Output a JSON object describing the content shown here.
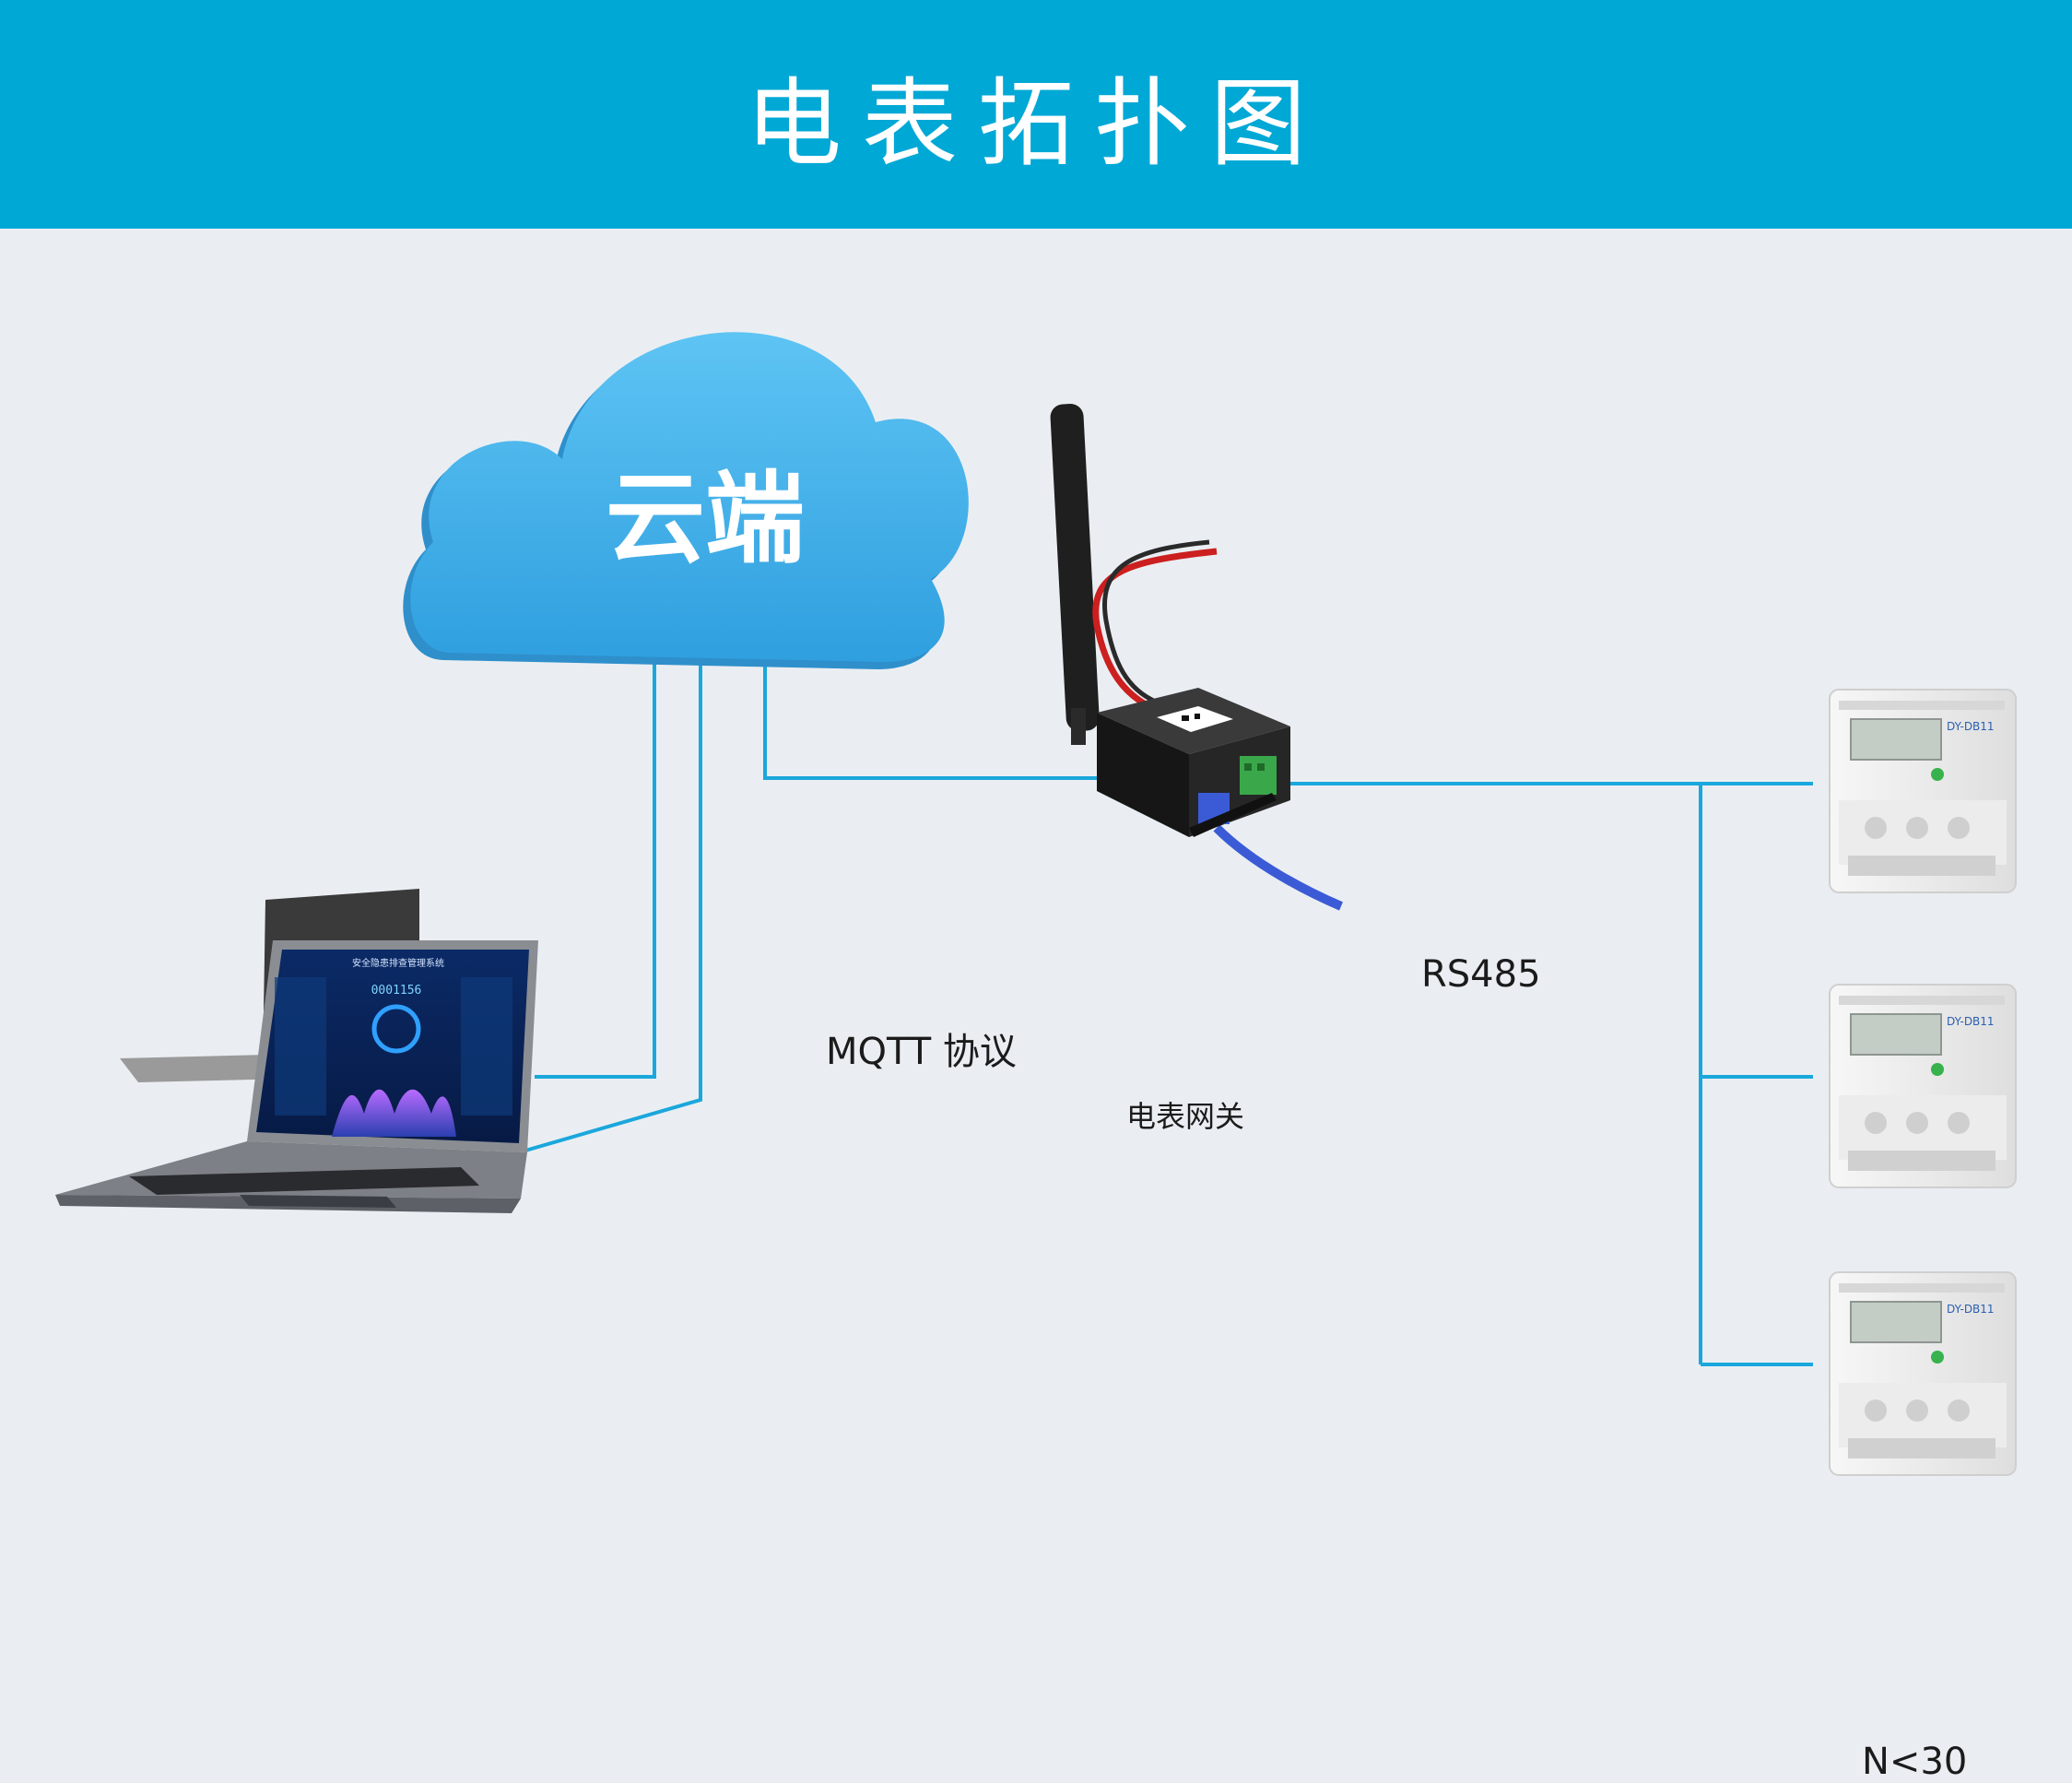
{
  "header": {
    "title": "电表拓扑图"
  },
  "cloud": {
    "label": "云端"
  },
  "links": {
    "mqtt": "MQTT 协议",
    "rs485": "RS485"
  },
  "gateway": {
    "label": "电表网关"
  },
  "laptop_screen": {
    "title": "安全隐患排查管理系统",
    "counter": "0001156"
  },
  "meters": {
    "model": "DY-DB11",
    "count_label": "N<30"
  },
  "colors": {
    "header": "#00a8d6",
    "background": "#eaeef2",
    "cloud": "#3eb0ea",
    "line": "#1aa7dc",
    "text": "#1b1b1b"
  }
}
